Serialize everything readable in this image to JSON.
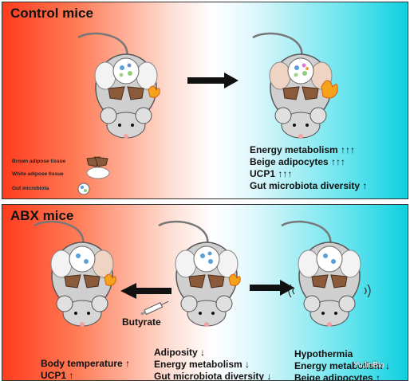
{
  "panels": {
    "control": {
      "title": "Control mice",
      "legend": [
        "Brown adipose tissue",
        "White adipose tissue",
        "Gut microbiota"
      ],
      "results": [
        "Energy metabolism ↑↑↑",
        "Beige adipocytes ↑↑↑",
        "UCP1 ↑↑↑",
        "Gut microbiota diversity ↑"
      ]
    },
    "abx": {
      "title": "ABX mice",
      "treatment": "Butyrate",
      "left_results": [
        "Body temperature ↑",
        "UCP1 ↑"
      ],
      "center_results": [
        "Adiposity ↓",
        "Energy metabolism ↓",
        "Gut microbiota diversity ↓"
      ],
      "right_results": [
        "Hypothermia",
        "Energy metabolism ↓",
        "Beige adipocytes ↑"
      ]
    }
  },
  "watermark": "YuJinBio",
  "colors": {
    "left_gradient": "#ff3c1e",
    "right_gradient": "#0fd0e0",
    "mouse_body": "#c9c9c9"
  }
}
